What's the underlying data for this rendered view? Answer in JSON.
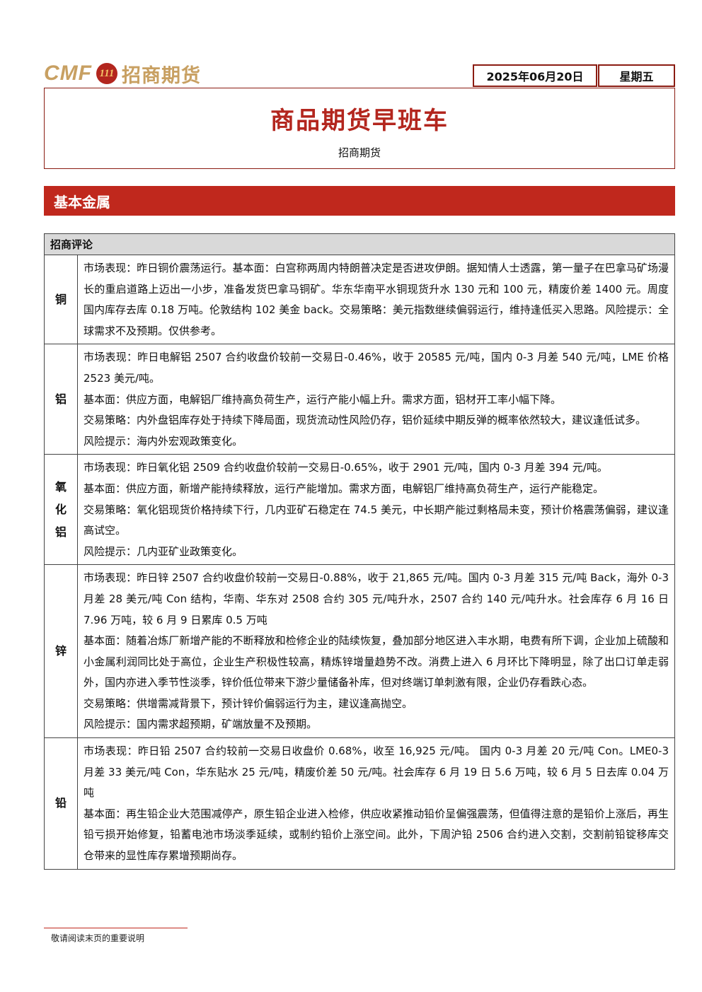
{
  "header": {
    "logo_en": "CMF",
    "logo_emblem": "111",
    "logo_cn": "招商期货",
    "date": "2025年06月20日",
    "weekday": "星期五"
  },
  "title": {
    "main": "商品期货早班车",
    "author": "招商期货"
  },
  "section": {
    "title": "基本金属"
  },
  "table": {
    "header": "招商评论",
    "rows": [
      {
        "metal": "铜",
        "paragraphs": [
          "市场表现：昨日铜价震荡运行。基本面：白宫称两周内特朗普决定是否进攻伊朗。据知情人士透露，第一量子在巴拿马矿场漫长的重启道路上迈出一小步，准备发货巴拿马铜矿。华东华南平水铜现货升水 130 元和 100 元，精废价差 1400 元。周度国内库存去库 0.18 万吨。伦敦结构 102 美金 back。交易策略：美元指数继续偏弱运行，维持逢低买入思路。风险提示：全球需求不及预期。仅供参考。"
        ]
      },
      {
        "metal": "铝",
        "paragraphs": [
          "市场表现：昨日电解铝 2507 合约收盘价较前一交易日-0.46%，收于 20585 元/吨，国内 0-3 月差 540 元/吨，LME 价格 2523 美元/吨。",
          "基本面：供应方面，电解铝厂维持高负荷生产，运行产能小幅上升。需求方面，铝材开工率小幅下降。",
          "交易策略：内外盘铝库存处于持续下降局面，现货流动性风险仍存，铝价延续中期反弹的概率依然较大，建议逢低试多。",
          "风险提示：海内外宏观政策变化。"
        ]
      },
      {
        "metal": "氧化铝",
        "paragraphs": [
          "市场表现：昨日氧化铝 2509 合约收盘价较前一交易日-0.65%，收于 2901 元/吨，国内 0-3 月差 394 元/吨。",
          "基本面：供应方面，新增产能持续释放，运行产能增加。需求方面，电解铝厂维持高负荷生产，运行产能稳定。",
          "交易策略：氧化铝现货价格持续下行，几内亚矿石稳定在 74.5 美元，中长期产能过剩格局未变，预计价格震荡偏弱，建议逢高试空。",
          "风险提示：几内亚矿业政策变化。"
        ]
      },
      {
        "metal": "锌",
        "paragraphs": [
          "市场表现：昨日锌 2507 合约收盘价较前一交易日-0.88%，收于 21,865 元/吨。国内 0-3 月差 315 元/吨 Back，海外 0-3 月差 28 美元/吨 Con 结构，华南、华东对 2508 合约 305 元/吨升水，2507 合约 140 元/吨升水。社会库存 6 月 16 日 7.96 万吨，较 6 月 9 日累库 0.5 万吨",
          "基本面：随着冶炼厂新增产能的不断释放和检修企业的陆续恢复，叠加部分地区进入丰水期，电费有所下调，企业加上硫酸和小金属利润同比处于高位，企业生产积极性较高，精炼锌增量趋势不改。消费上进入 6 月环比下降明显，除了出口订单走弱外，国内亦进入季节性淡季，锌价低位带来下游少量储备补库，但对终端订单刺激有限，企业仍存看跌心态。",
          "交易策略：供增需减背景下，预计锌价偏弱运行为主，建议逢高抛空。",
          "风险提示：国内需求超预期，矿端放量不及预期。"
        ]
      },
      {
        "metal": "铅",
        "paragraphs": [
          "市场表现：昨日铅 2507 合约较前一交易日收盘价 0.68%，收至 16,925 元/吨。 国内 0-3 月差 20 元/吨 Con。LME0-3 月差 33 美元/吨 Con，华东贴水 25 元/吨，精废价差 50 元/吨。社会库存 6 月 19 日 5.6 万吨，较 6 月 5 日去库 0.04 万吨",
          "基本面：再生铅企业大范围减停产，原生铅企业进入检修，供应收紧推动铅价呈偏强震荡，但值得注意的是铅价上涨后，再生铅亏损开始修复，铅蓄电池市场淡季延续，或制约铅价上涨空间。此外，下周沪铅 2506 合约进入交割，交割前铅锭移库交仓带来的显性库存累增预期尚存。"
        ]
      }
    ]
  },
  "footer": {
    "note": "敬请阅读末页的重要说明"
  }
}
